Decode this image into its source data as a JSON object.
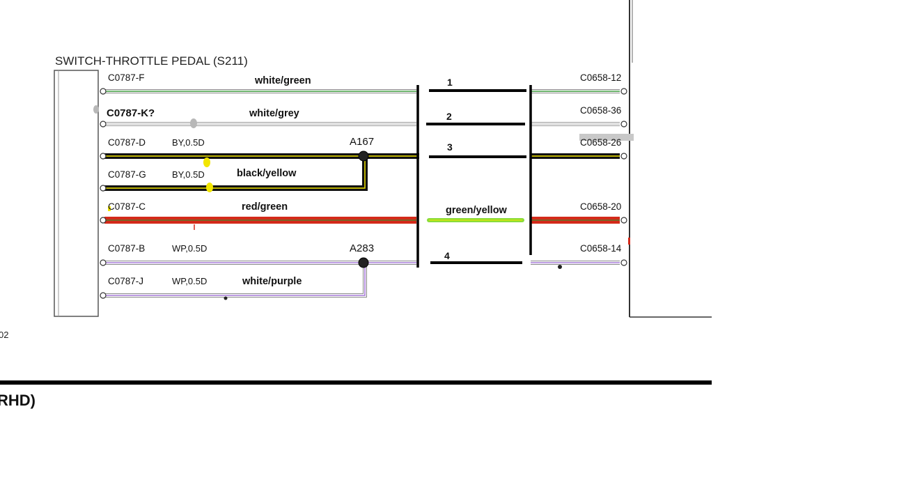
{
  "title": "SWITCH-THROTTLE PEDAL (S211)",
  "left_pins": [
    "C0787-F",
    "C0787-K?",
    "C0787-D",
    "C0787-G",
    "C0787-C",
    "C0787-B",
    "C0787-J"
  ],
  "wire_labels": [
    "white/green",
    "white/grey",
    "black/yellow",
    "red/green",
    "white/purple"
  ],
  "wire_specs": [
    "BY,0.5D",
    "BY,0.5D",
    "WP,0.5D",
    "WP,0.5D"
  ],
  "splices": [
    "A167",
    "A283"
  ],
  "break_numbers": [
    "1",
    "2",
    "3",
    "4"
  ],
  "break_wire_label": "green/yellow",
  "right_pins": [
    "C0658-12",
    "C0658-36",
    "C0658-26",
    "C0658-20",
    "C0658-14"
  ],
  "fragments": {
    "left_edge": "02",
    "bottom_text": "RHD)"
  },
  "colors": {
    "green": "#3a9a3a",
    "grey": "#b8b8b8",
    "black": "#111111",
    "yellow": "#f2e600",
    "red": "#d42a1a",
    "red_green_stripe": "#5a7a2a",
    "purple": "#a67ad8",
    "light_green": "#8adc3a"
  }
}
